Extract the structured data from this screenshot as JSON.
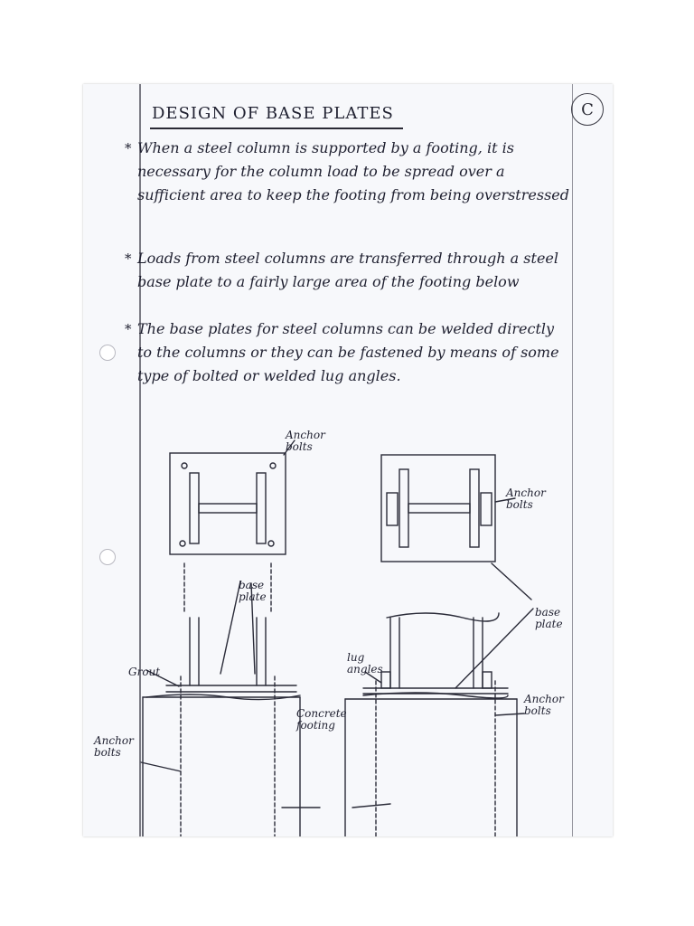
{
  "page": {
    "corner_mark": "C",
    "title": "DESIGN OF BASE PLATES",
    "bullet_symbol": "*",
    "paragraphs": [
      "When a steel column is supported by a footing, it is necessary for the column load to be spread over a sufficient area to keep the footing from being overstressed",
      "Loads from steel columns are transferred through a steel base plate to a fairly large area of the footing below",
      "The base plates for steel columns can be welded directly to the columns or they can be fastened by means of some type of bolted or welded lug angles."
    ]
  },
  "sketch_labels": {
    "anchor_bolts_1": "Anchor bolts",
    "anchor_bolts_2": "Anchor bolts",
    "base_plate_1": "base plate",
    "base_plate_2": "base plate",
    "grout": "Grout",
    "lug_angles": "lug angles",
    "concrete_footing": "Concrete footing",
    "anchor_bolts_3": "Anchor bolts",
    "anchor_bolts_4": "Anchor bolts"
  }
}
